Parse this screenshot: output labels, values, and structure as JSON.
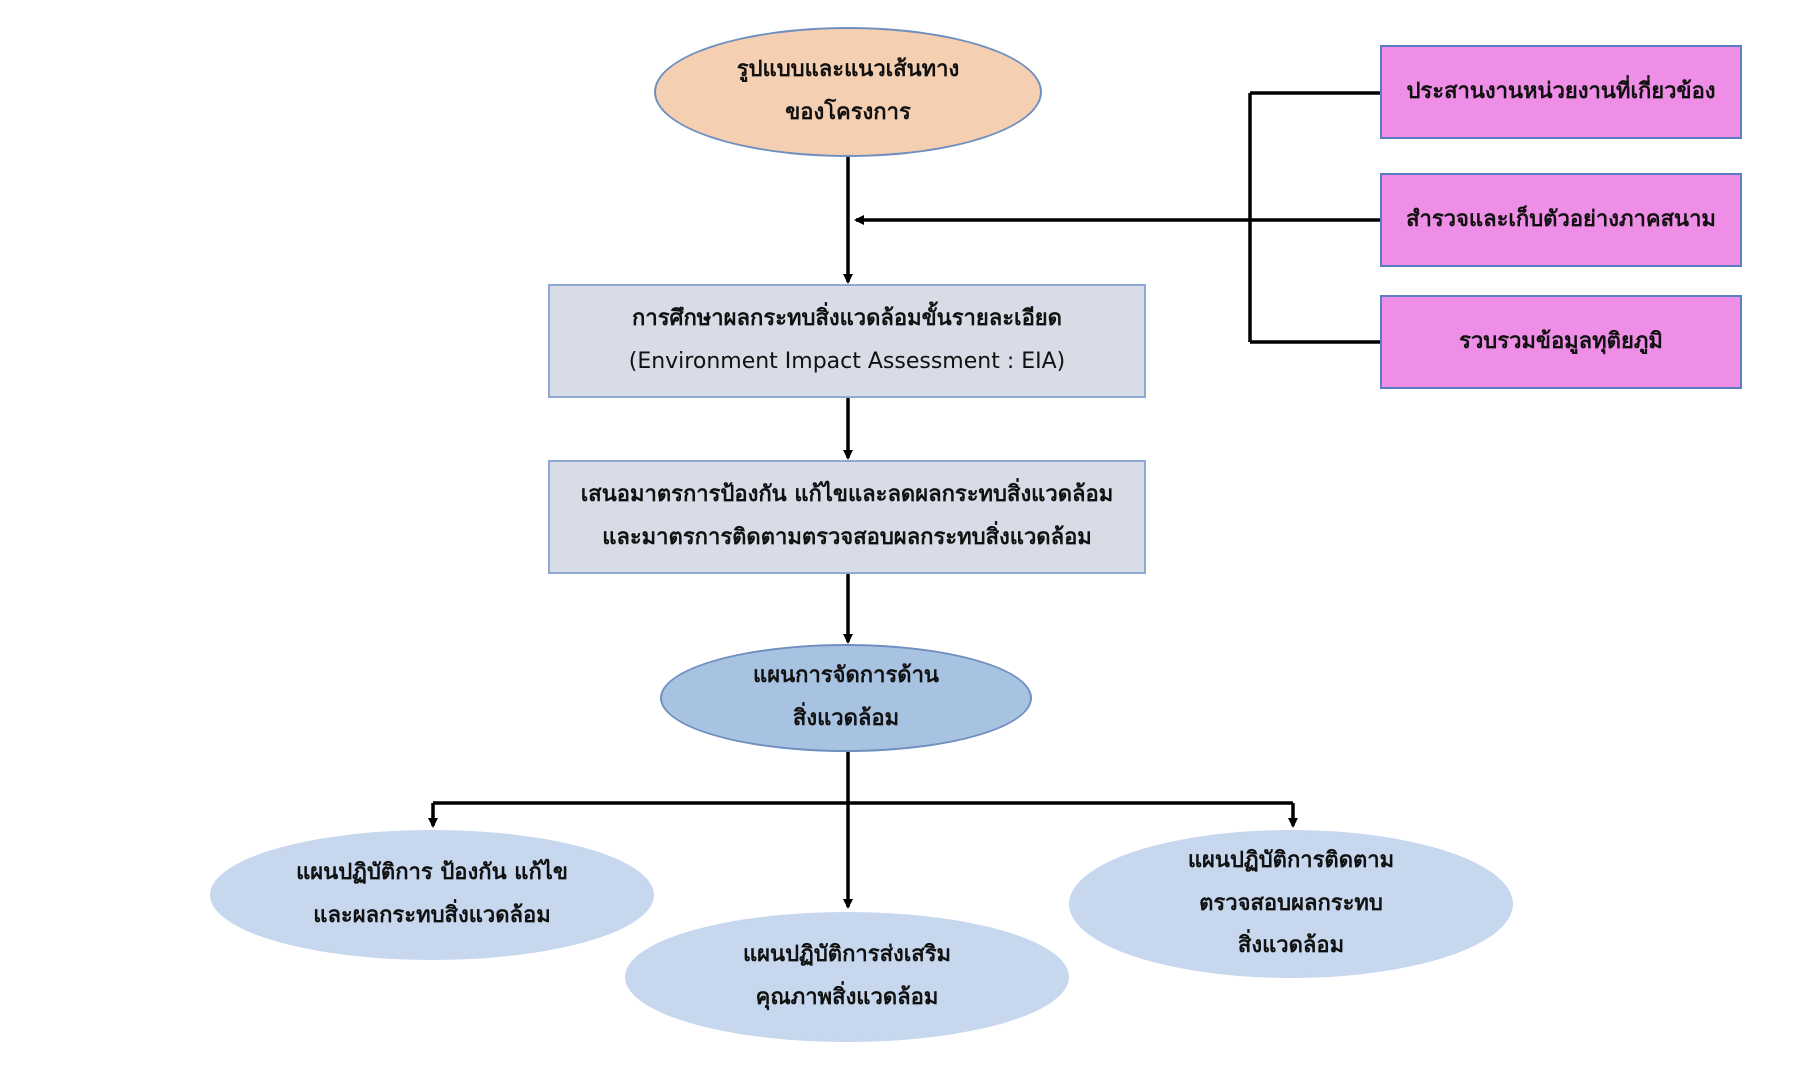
{
  "nodes": {
    "project_pattern": {
      "lines": [
        "รูปแบบและแนวเส้นทาง",
        "ของโครงการ"
      ]
    },
    "eia_study": {
      "lines": [
        "การศึกษาผลกระทบสิ่งแวดล้อมขั้นรายละเอียด",
        "(Environment Impact Assessment : EIA)"
      ]
    },
    "measures": {
      "lines": [
        "เสนอมาตรการป้องกัน แก้ไขและลดผลกระทบสิ่งแวดล้อม",
        "และมาตรการติดตามตรวจสอบผลกระทบสิ่งแวดล้อม"
      ]
    },
    "env_management_plan": {
      "lines": [
        "แผนการจัดการด้าน",
        "สิ่งแวดล้อม"
      ]
    },
    "coordination": {
      "lines": [
        "ประสานงานหน่วยงานที่เกี่ยวข้อง"
      ]
    },
    "field_survey": {
      "lines": [
        "สำรวจและเก็บตัวอย่างภาคสนาม"
      ]
    },
    "secondary_data": {
      "lines": [
        "รวบรวมข้อมูลทุติยภูมิ"
      ]
    },
    "plan_prevention": {
      "lines": [
        "แผนปฏิบัติการ ป้องกัน แก้ไข",
        "และผลกระทบสิ่งแวดล้อม"
      ]
    },
    "plan_promotion": {
      "lines": [
        "แผนปฏิบัติการส่งเสริม",
        "คุณภาพสิ่งแวดล้อม"
      ]
    },
    "plan_monitoring": {
      "lines": [
        "แผนปฏิบัติการติดตาม",
        "ตรวจสอบผลกระทบ",
        "สิ่งแวดล้อม"
      ]
    }
  },
  "colors": {
    "peach": "#f4cfb2",
    "grey": "#d7dce7",
    "pink": "#ee8ee6",
    "blue_mid": "#a8c3e2",
    "blue_light": "#c6d7ee",
    "connector": "#000000"
  }
}
